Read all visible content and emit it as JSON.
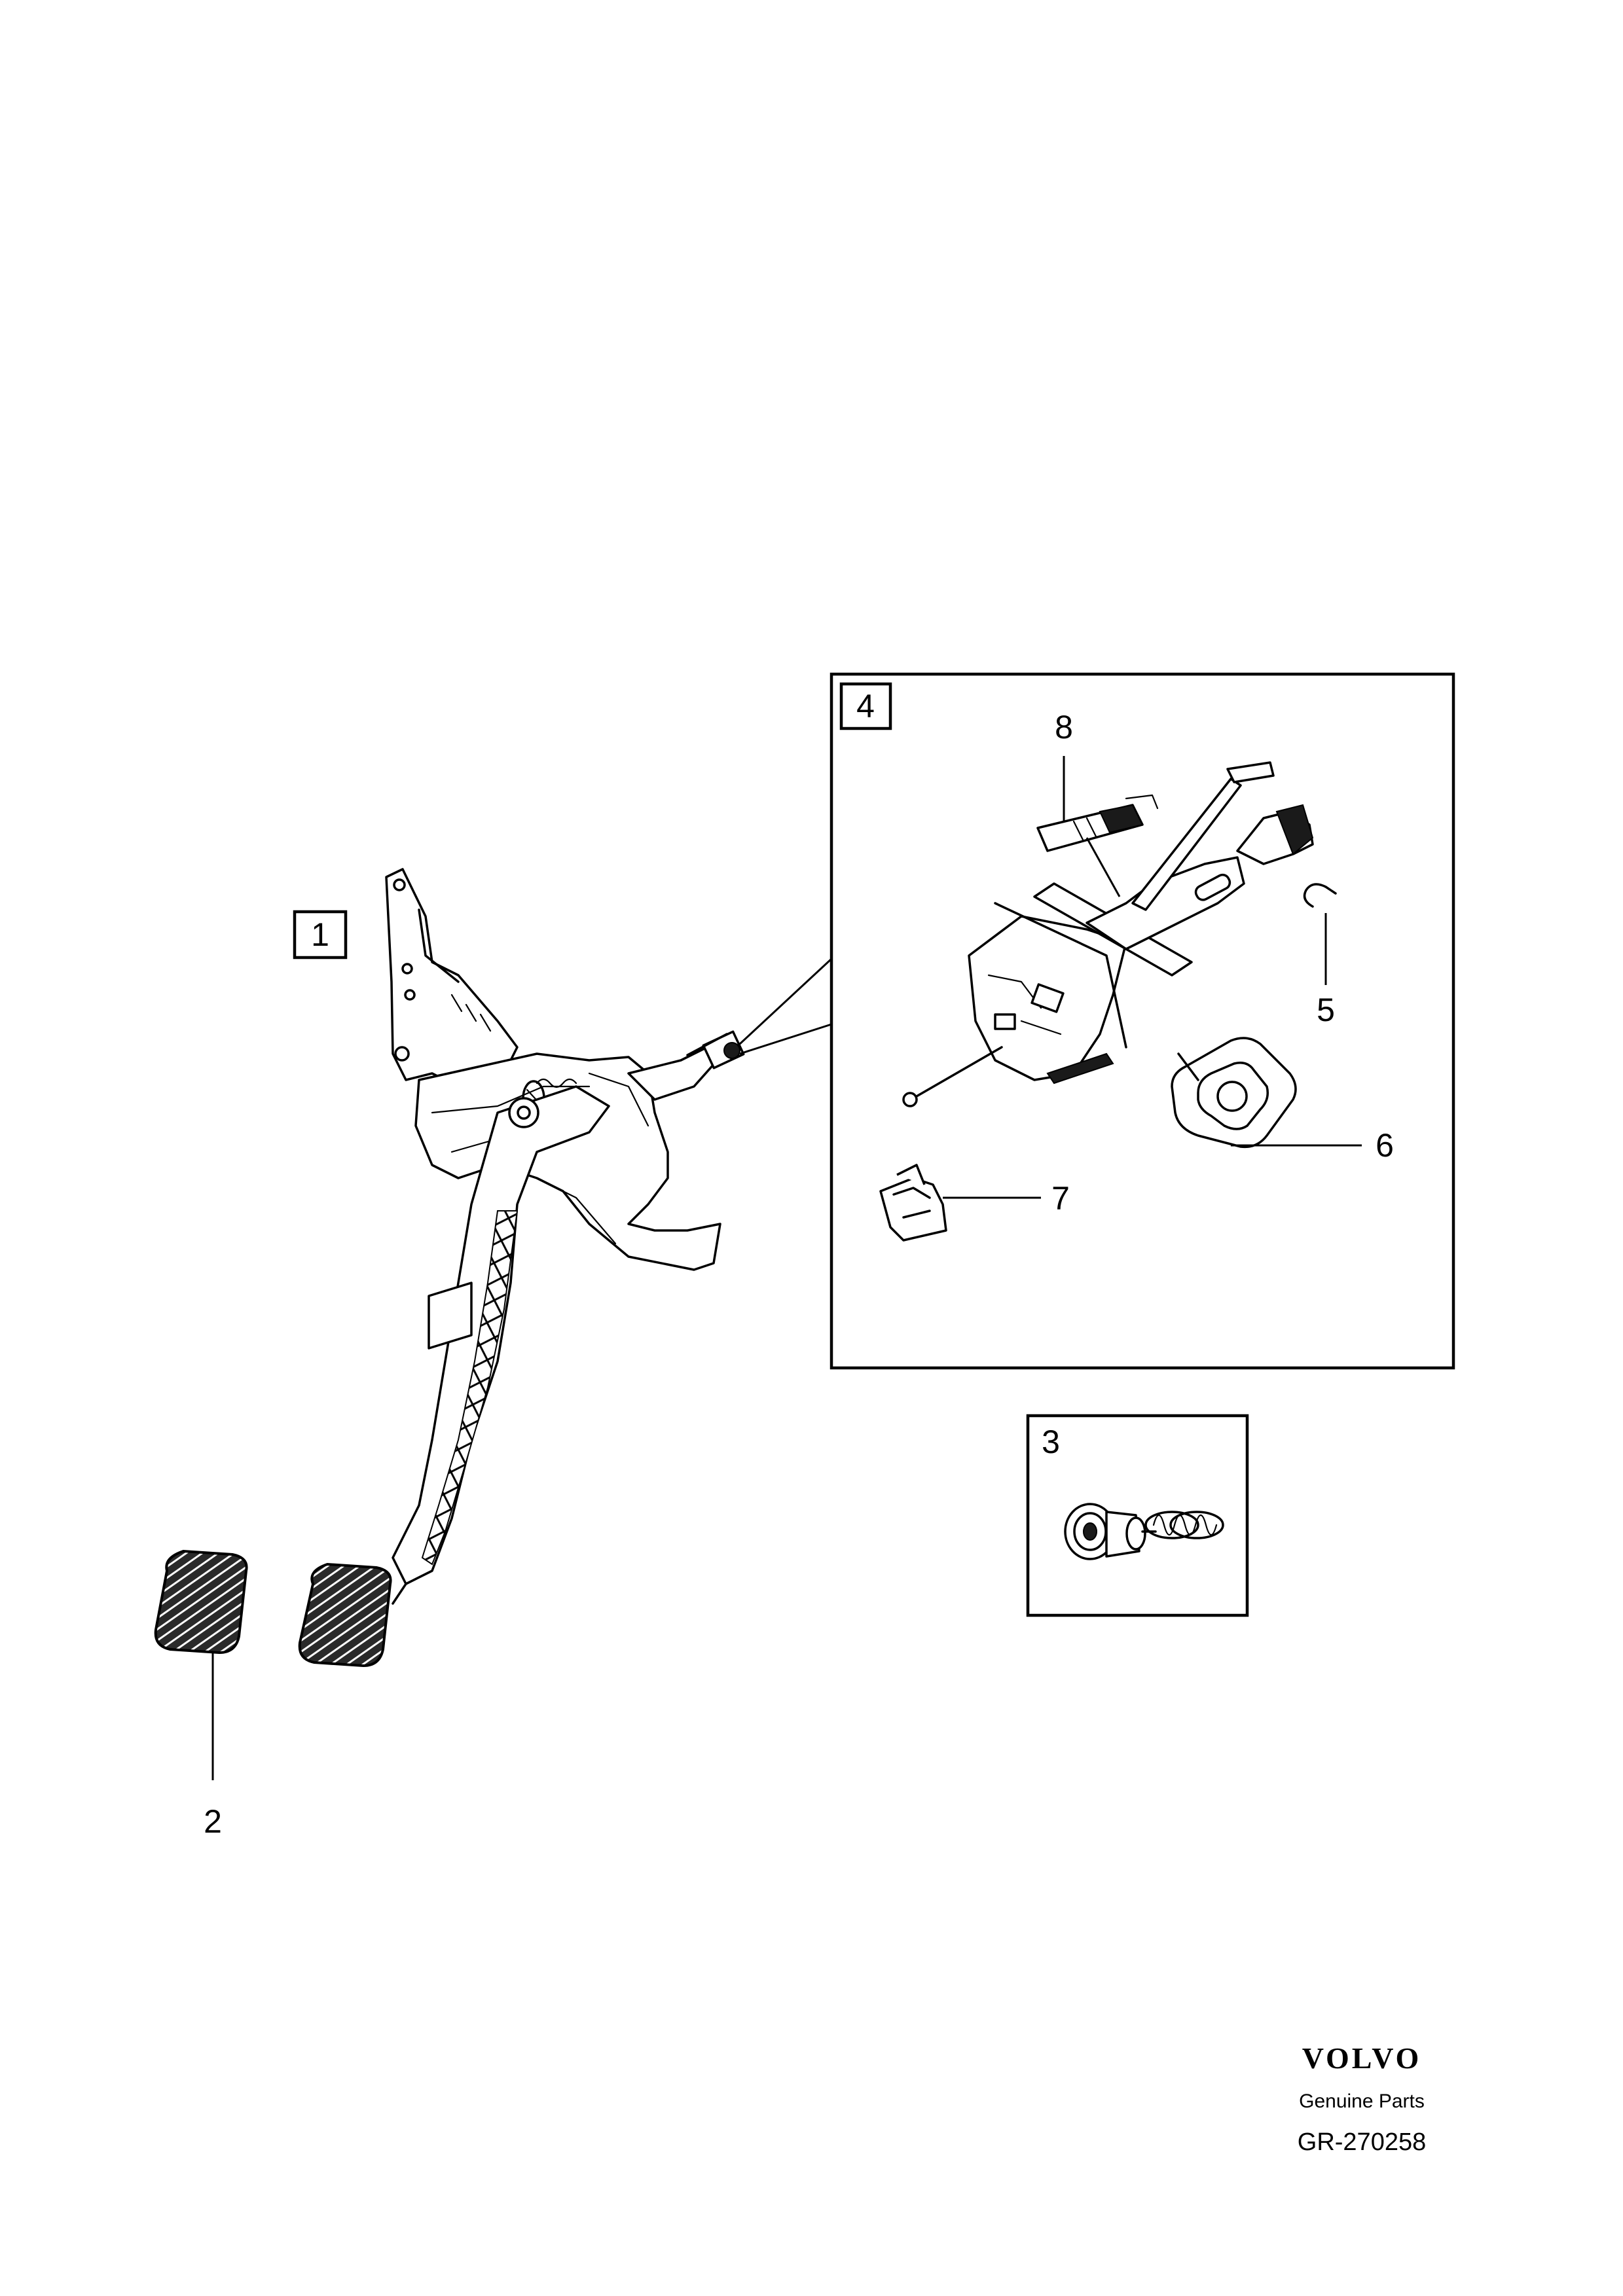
{
  "callouts": {
    "c1": "1",
    "c2": "2",
    "c3": "3",
    "c4": "4",
    "c5": "5",
    "c6": "6",
    "c7": "7",
    "c8": "8"
  },
  "footer": {
    "brand": "VOLVO",
    "subtitle": "Genuine Parts",
    "reference": "GR-270258"
  }
}
